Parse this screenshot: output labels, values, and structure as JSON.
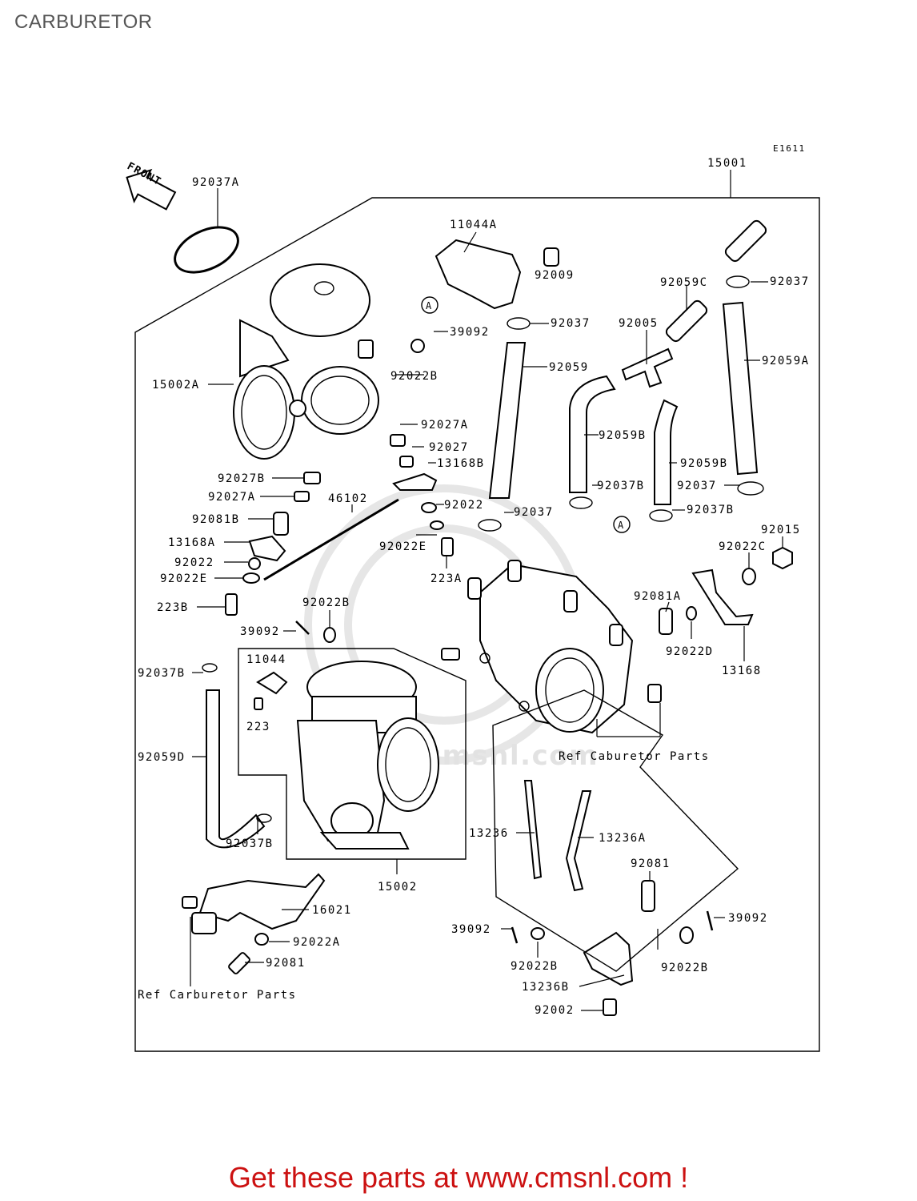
{
  "page": {
    "title": "CARBURETOR",
    "diagram_code": "E1611",
    "front_label": "FRONT",
    "footer": "Get these parts at www.cmsnl.com !",
    "watermark": "www.cmsnl.com"
  },
  "colors": {
    "footer": "#cc1111",
    "title": "#555555",
    "lines": "#000000"
  },
  "callouts": {
    "c15001": "15001",
    "c92037A": "92037A",
    "c11044A": "11044A",
    "c92009": "92009",
    "c92059C": "92059C",
    "c92037_tr": "92037",
    "c92037_a": "92037",
    "c39092_top": "39092",
    "c92005": "92005",
    "c92059": "92059",
    "c92059A": "92059A",
    "c15002A": "15002A",
    "c92022B_top": "92022B",
    "c92027A_1": "92027A",
    "c92027": "92027",
    "c13168B": "13168B",
    "c92059B_1": "92059B",
    "c92059B_2": "92059B",
    "c92027B": "92027B",
    "c92027A_2": "92027A",
    "c92081B": "92081B",
    "c46102": "46102",
    "c92022_mid": "92022",
    "c92037_mid": "92037",
    "c92037B_1": "92037B",
    "c92037_r": "92037",
    "c92037B_2": "92037B",
    "c13168A": "13168A",
    "c92022_l": "92022",
    "c92022E_1": "92022E",
    "c92022E_2": "92022E",
    "c223A": "223A",
    "c92015": "92015",
    "c92022C": "92022C",
    "c223B": "223B",
    "c92022B_mid": "92022B",
    "c39092_mid": "39092",
    "c92081A": "92081A",
    "c92022D": "92022D",
    "c13168": "13168",
    "c11044": "11044",
    "c223": "223",
    "c92037B_l": "92037B",
    "c92059D": "92059D",
    "c92037B_b": "92037B",
    "c15002": "15002",
    "c13236": "13236",
    "c13236A": "13236A",
    "c92081_r": "92081",
    "c16021": "16021",
    "c92022A": "92022A",
    "c92081_l": "92081",
    "c39092_b": "39092",
    "c39092_r": "39092",
    "c92022B_b1": "92022B",
    "c92022B_b2": "92022B",
    "c13236B": "13236B",
    "c92002": "92002",
    "marker_a1": "A",
    "marker_a2": "A"
  },
  "references": {
    "ref1": "Ref Caburetor Parts",
    "ref2": "Ref Carburetor Parts"
  }
}
